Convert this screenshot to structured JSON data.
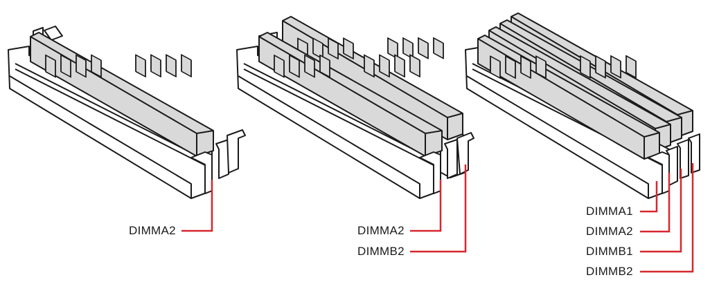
{
  "diagrams": [
    {
      "labels": [
        "DIMMA2"
      ]
    },
    {
      "labels": [
        "DIMMA2",
        "DIMMB2"
      ]
    },
    {
      "labels": [
        "DIMMA1",
        "DIMMA2",
        "DIMMB1",
        "DIMMB2"
      ]
    }
  ],
  "colors": {
    "leader": "#d7262e",
    "stick_fill": "#d9d9d9",
    "outline": "#1a1a1a"
  }
}
